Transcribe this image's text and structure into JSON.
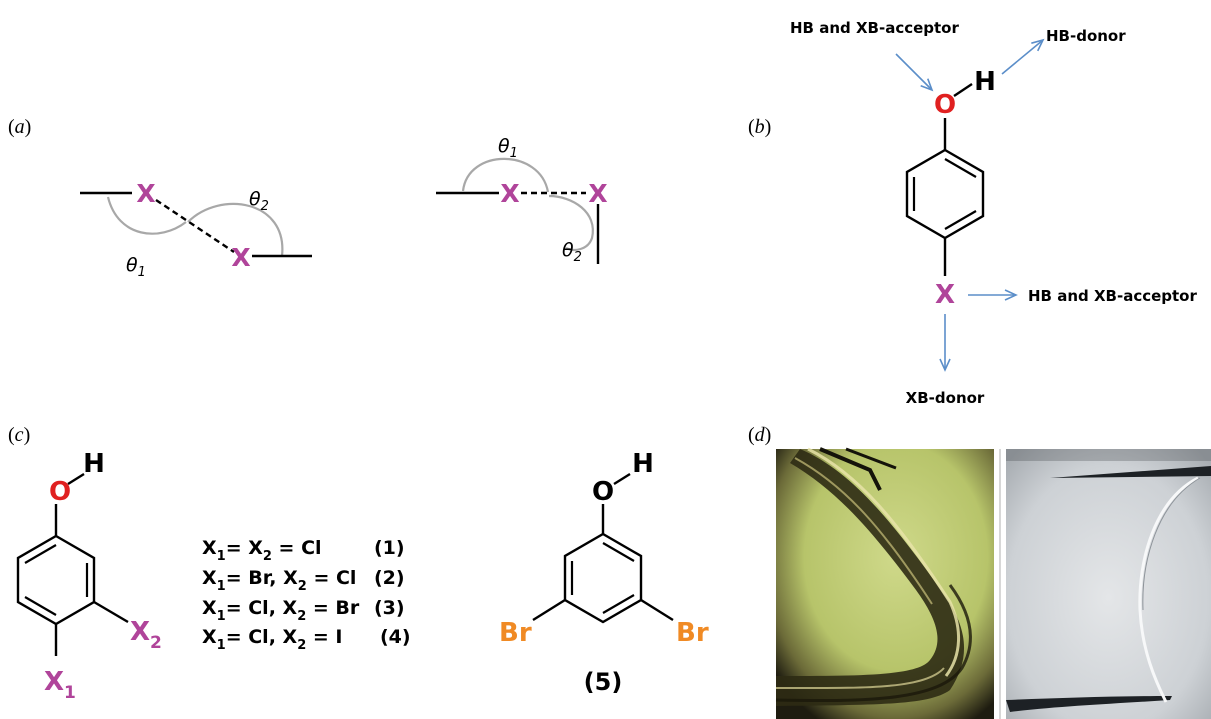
{
  "panels": {
    "a": {
      "label": "a"
    },
    "b": {
      "label": "b"
    },
    "c": {
      "label": "c"
    },
    "d": {
      "label": "d"
    }
  },
  "panel_a": {
    "atom": "X",
    "theta": "θ",
    "sub1": "1",
    "sub2": "2"
  },
  "panel_b": {
    "oxygen": "O",
    "hydrogen": "H",
    "halogen": "X",
    "hb_xb_acceptor_top": "HB and XB-acceptor",
    "hb_donor": "HB-donor",
    "hb_xb_acceptor_right": "HB and XB-acceptor",
    "xb_donor": "XB-donor"
  },
  "panel_c": {
    "oxygen": "O",
    "hydrogen": "H",
    "x_letter": "X",
    "sub1": "1",
    "sub2": "2",
    "compounds": [
      {
        "text": "= X",
        "tail": " = Cl",
        "number": "(1)"
      },
      {
        "text": "= Br,  X",
        "tail": " = Cl",
        "number": "(2)"
      },
      {
        "text": "= Cl,  X",
        "tail": " = Br",
        "number": "(3)"
      },
      {
        "text": "= Cl,  X",
        "tail": " = I",
        "number": "(4)"
      }
    ],
    "bromo_left": "Br",
    "bromo_right": "Br",
    "compound5": "(5)"
  },
  "colors": {
    "halogen": "#b0449a",
    "oxygen": "#e02020",
    "bromine": "#f08a24",
    "arrow": "#5b8ec9",
    "arc": "#a8a8a8"
  }
}
